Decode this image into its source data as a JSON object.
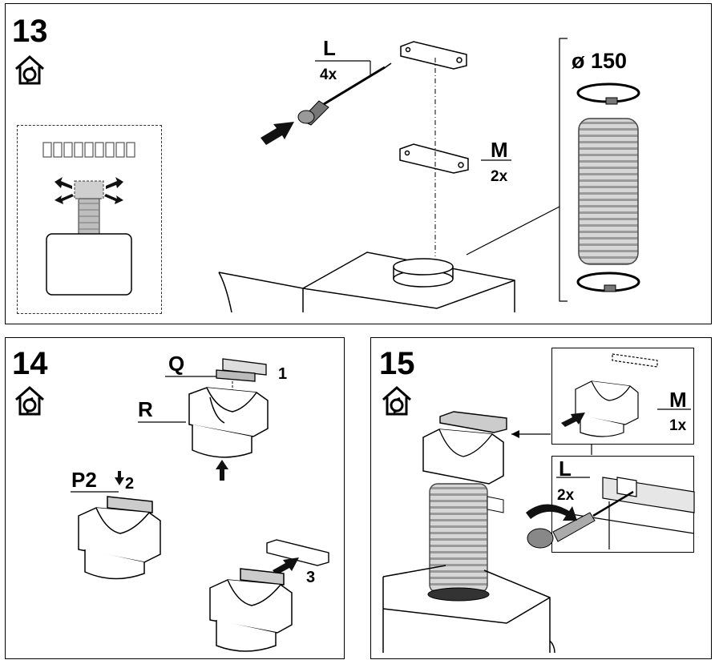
{
  "step13": {
    "number": "13",
    "screw_label": "L",
    "screw_qty": "4x",
    "bracket_label": "M",
    "bracket_qty": "2x",
    "duct_diameter": "ø 150",
    "icon": "recirculation-house-icon"
  },
  "step14": {
    "number": "14",
    "plate_label": "Q",
    "body_label": "R",
    "part_label": "P2",
    "callout_1": "1",
    "callout_2": "2",
    "callout_3": "3",
    "icon": "recirculation-house-icon"
  },
  "step15": {
    "number": "15",
    "bracket_label": "M",
    "bracket_qty": "1x",
    "screw_label": "L",
    "screw_qty": "2x",
    "icon": "recirculation-house-icon"
  }
}
